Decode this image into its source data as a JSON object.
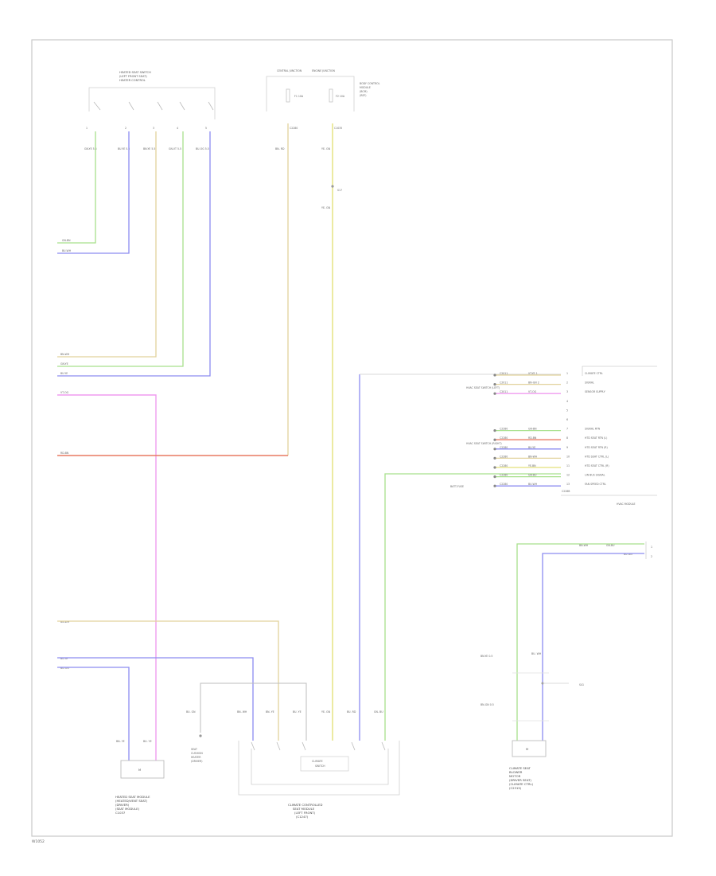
{
  "footer_code": "W1052",
  "colors": {
    "frame": "#c8c8c8",
    "wire_green": "#a8e08c",
    "wire_blue": "#8c8cf0",
    "wire_tan": "#e2d29c",
    "wire_yellow": "#e4e07a",
    "wire_pink": "#f09cf0",
    "wire_red": "#e87a62",
    "wire_gray": "#bdbdbd",
    "text": "#666666"
  },
  "top_left": {
    "header": [
      "HEATED SEAT SWITCH",
      "(LEFT FRONT SEAT)",
      "HEATER CONTROL"
    ],
    "pin_marks": [
      "1",
      "2",
      "3",
      "4",
      "5"
    ],
    "wire_codes": [
      "GN-YE\n5.5",
      "BU-YE\n5.5",
      "BN-YE\n5.5",
      "GN-VT\n5.5",
      "BU-OG\n5.5"
    ],
    "splices": [
      "GN-BN",
      "BU-WH"
    ]
  },
  "top_center": {
    "fuse_boxes": [
      "CENTRAL\nJUNCTION",
      "ENGINE\nJUNCTION"
    ],
    "fuses": [
      "F1\n10A",
      "F2\n10A"
    ],
    "connectors": [
      "C2280",
      "C1035"
    ],
    "side_note": [
      "BODY CONTROL",
      "MODULE",
      "(BCM)",
      "(REF)"
    ],
    "wire_codes": [
      "BN-\nRD",
      "YE-\nGN"
    ],
    "splice_label": "S17",
    "wire_code_lower": "YE-\nGN"
  },
  "left_edge": {
    "labels": [
      "BN-WH",
      "GN-YE",
      "BU-YE",
      "VT-OG",
      "RD-BN",
      "BN-WH",
      "BU-YE",
      "BU-OG"
    ]
  },
  "right_connector": {
    "upper_labels": [
      "HVAC\nSEAT\nSWITCH\n(LEFT)"
    ],
    "lower_labels": [
      "HVAC\nSEAT\nSWITCH\n(RIGHT)"
    ],
    "ground_label": "BATT-FUSE",
    "rows": [
      {
        "a": "C2011",
        "b": "VT-YE 1",
        "pin": "1",
        "func": "CLIMATE CTRL"
      },
      {
        "a": "C2011",
        "b": "BN-GN 2",
        "pin": "2",
        "func": "SIGNAL"
      },
      {
        "a": "C2011",
        "b": "VT-OG",
        "pin": "3",
        "func": "SENSOR SUPPLY"
      },
      {
        "a": "",
        "b": "",
        "pin": "4",
        "func": ""
      },
      {
        "a": "",
        "b": "",
        "pin": "5",
        "func": ""
      },
      {
        "a": "",
        "b": "",
        "pin": "6",
        "func": ""
      },
      {
        "a": "C2280",
        "b": "GN-BN",
        "pin": "7",
        "func": "SIGNAL RTN"
      },
      {
        "a": "C2280",
        "b": "RD-BN",
        "pin": "8",
        "func": "HTD SEAT RTN (L)"
      },
      {
        "a": "C2280",
        "b": "BU-YE",
        "pin": "9",
        "func": "HTD SEAT RTN (R)"
      },
      {
        "a": "C2280",
        "b": "BN-WH",
        "pin": "10",
        "func": "HTD SEAT CTRL (L)"
      },
      {
        "a": "C2280",
        "b": "YE-BN",
        "pin": "11",
        "func": "HTD SEAT CTRL (R)"
      },
      {
        "a": "C2280",
        "b": "GN-BU",
        "pin": "12",
        "func": "LIN BUS SIGNAL"
      },
      {
        "a": "C2280",
        "b": "BU-WH",
        "pin": "13",
        "func": "FAN SPEED CTRL"
      }
    ],
    "connector_id": "C228B",
    "module_label": "HVAC MODULE"
  },
  "right_lower": {
    "top_labels": [
      "BN-WH",
      "GN-BU",
      "BU-GN"
    ],
    "pins": [
      "1",
      "2"
    ],
    "wire_codes": [
      "BN-YE\n0.5",
      "BU-\nWH"
    ],
    "mid_labels": [
      "BN-GN\n0.5",
      "S41"
    ],
    "component_box": "M",
    "caption": [
      "CLIMATE SEAT",
      "BLOWER",
      "MOTOR",
      "(DRIVER SEAT)",
      "(CLIMATE CTRL)",
      "(C2315)"
    ]
  },
  "bottom_left": {
    "wire_codes": [
      "BN-\nYE",
      "BU-\nYE"
    ],
    "component_box": "M",
    "caption": [
      "HEATED SEAT MODULE",
      "(HEATED/VENT SEAT)",
      "(DRIVER)",
      "(SEAT MODULE)",
      "C1037"
    ]
  },
  "bottom_mid": {
    "ground_caption": [
      "SEAT",
      "CUSHION",
      "HEATER",
      "(DRIVER)"
    ],
    "wire_codes": [
      "BU-\nGN",
      "BN-\nWH",
      "BN-\nYE",
      "BU-\nYE",
      "YE-\nGN",
      "BU-\nRD",
      "GN-\nBU"
    ],
    "inner_label": [
      "CLIMATE",
      "SWITCH"
    ],
    "caption": [
      "CLIMATE CONTROLLED",
      "SEAT MODULE",
      "(LEFT FRONT)",
      "(C1247)"
    ]
  }
}
